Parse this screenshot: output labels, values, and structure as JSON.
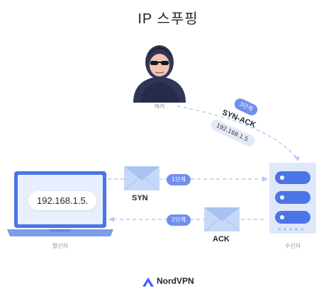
{
  "title": "IP 스푸핑",
  "hacker": {
    "label": "해커"
  },
  "sender": {
    "label": "발신자",
    "ip": "192.168.1.5."
  },
  "receiver": {
    "label": "수신자"
  },
  "steps": {
    "step1": {
      "badge": "1단계",
      "message": "SYN"
    },
    "step2": {
      "badge": "2단계",
      "message": "ACK"
    },
    "step3": {
      "badge": "3단계",
      "message": "SYN-ACK",
      "ip": "192.168.1.5."
    }
  },
  "brand": {
    "name": "NordVPN"
  },
  "colors": {
    "accent": "#6f8ff0",
    "line": "#b8ccf5",
    "navy": "#2e3559"
  },
  "icons": [
    "hacker-icon",
    "laptop-icon",
    "server-icon",
    "envelope-icon",
    "nordvpn-logo-icon"
  ]
}
